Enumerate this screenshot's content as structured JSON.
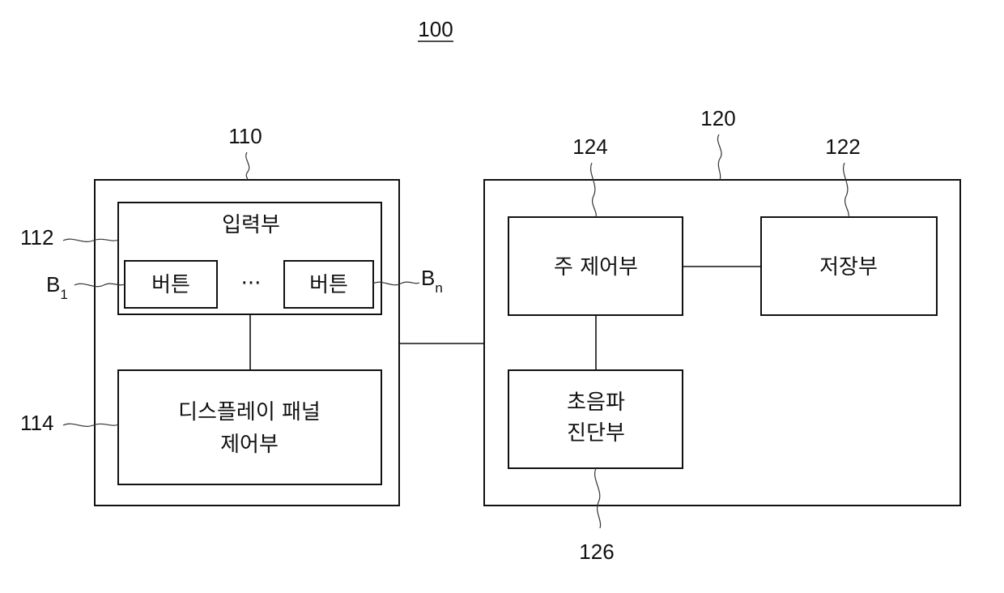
{
  "figure": {
    "number": "100"
  },
  "blocks": {
    "device_110": {
      "ref": "110"
    },
    "input_112": {
      "ref": "112",
      "label": "입력부"
    },
    "button_first": {
      "label": "버튼",
      "ref_letter": "B",
      "ref_sub": "1"
    },
    "button_ellipsis": "···",
    "button_last": {
      "label": "버튼",
      "ref_letter": "B",
      "ref_sub": "n"
    },
    "panel_114": {
      "ref": "114",
      "label_line1": "디스플레이 패널",
      "label_line2": "제어부"
    },
    "unit_120": {
      "ref": "120"
    },
    "main_124": {
      "ref": "124",
      "label": "주 제어부"
    },
    "storage_122": {
      "ref": "122",
      "label": "저장부"
    },
    "ultrasound_126": {
      "ref": "126",
      "label_line1": "초음파",
      "label_line2": "진단부"
    }
  }
}
